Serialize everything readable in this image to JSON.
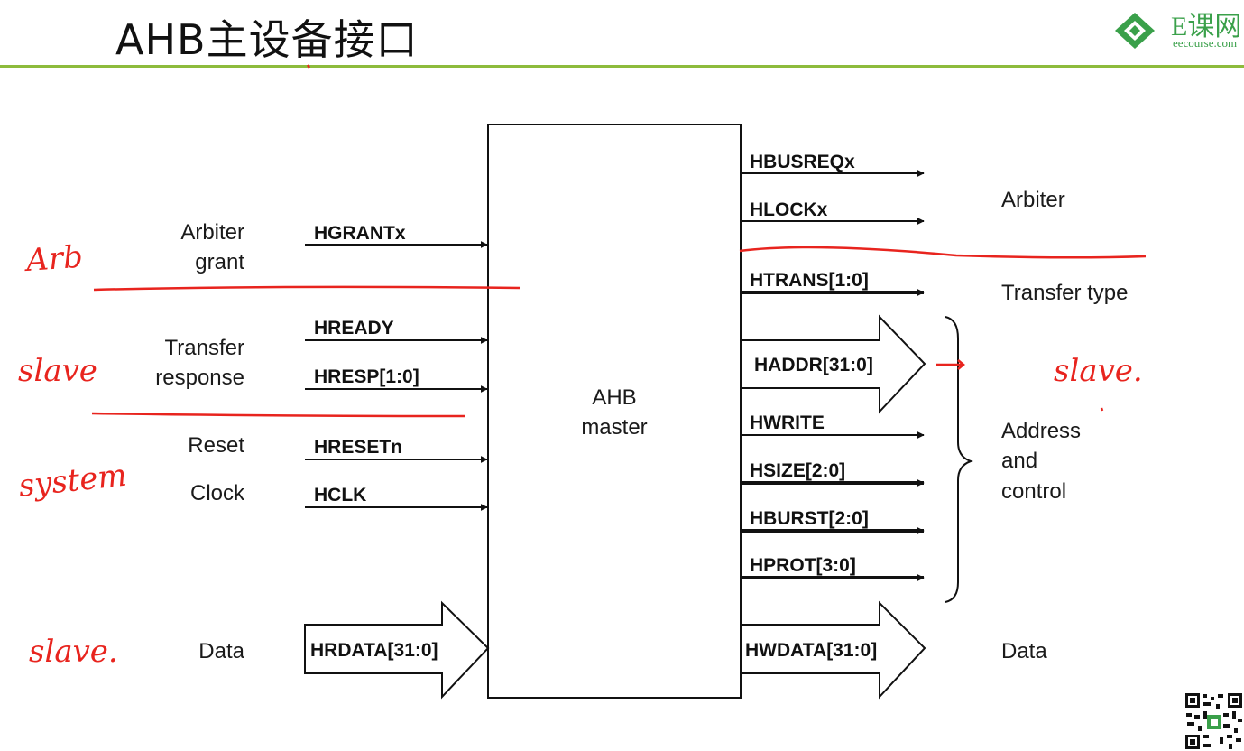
{
  "slide": {
    "title": "AHB主设备接口"
  },
  "logo": {
    "text": "E课网",
    "sub": "eecourse.com"
  },
  "block": {
    "line1": "AHB",
    "line2": "master"
  },
  "left_groups": [
    {
      "label_lines": [
        "Arbiter",
        "grant"
      ]
    },
    {
      "label_lines": [
        "Transfer",
        "response"
      ]
    },
    {
      "label_lines": [
        "Reset"
      ]
    },
    {
      "label_lines": [
        "Clock"
      ]
    },
    {
      "label_lines": [
        "Data"
      ]
    }
  ],
  "left_signals": [
    "HGRANTx",
    "HREADY",
    "HRESP[1:0]",
    "HRESETn",
    "HCLK",
    "HRDATA[31:0]"
  ],
  "right_signals": [
    "HBUSREQx",
    "HLOCKx",
    "HTRANS[1:0]",
    "HADDR[31:0]",
    "HWRITE",
    "HSIZE[2:0]",
    "HBURST[2:0]",
    "HPROT[3:0]",
    "HWDATA[31:0]"
  ],
  "right_groups": [
    {
      "label_lines": [
        "Arbiter"
      ]
    },
    {
      "label_lines": [
        "Transfer type"
      ]
    },
    {
      "label_lines": [
        "Address",
        "and",
        "control"
      ]
    },
    {
      "label_lines": [
        "Data"
      ]
    }
  ],
  "handwritten": [
    "Arb",
    "slave",
    "system",
    "slave.",
    "slave."
  ],
  "colors": {
    "ink": "#e8241e",
    "accent": "#8dbb3c"
  }
}
